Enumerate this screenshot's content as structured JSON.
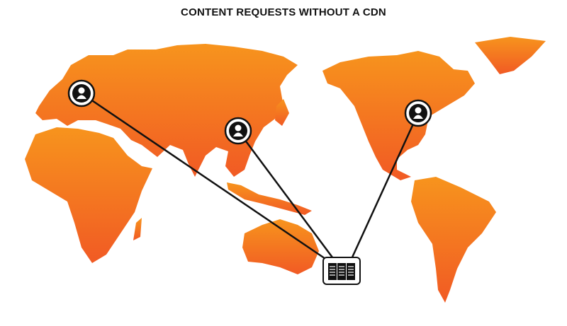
{
  "title": "CONTENT REQUESTS WITHOUT A CDN",
  "colors": {
    "land_top": "#f7941d",
    "land_bottom": "#f15a24",
    "line": "#111111"
  },
  "nodes": [
    {
      "name": "user-europe",
      "icon": "user-icon"
    },
    {
      "name": "user-asia",
      "icon": "user-icon"
    },
    {
      "name": "user-north-america",
      "icon": "user-icon"
    },
    {
      "name": "origin-server",
      "icon": "server-icon"
    }
  ]
}
